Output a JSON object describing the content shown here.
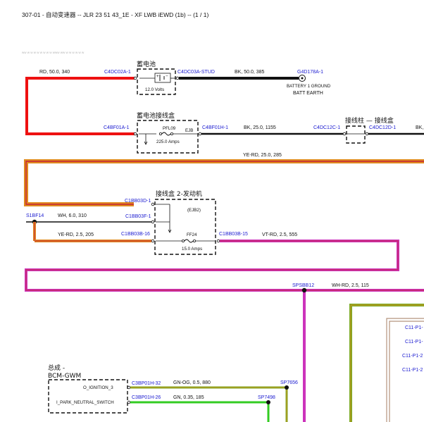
{
  "header": {
    "title": "307-01 - 自动变速器 -- JLR 23 51 43_1E - XF LWB iEWD (1b) -- (1 / 1)",
    "faint_caption": "ww w w w w w w w w www ww w w w w w w"
  },
  "battery": {
    "title": "蓄电池",
    "volts": "12.0 Volts",
    "pin_left": "C4DC02A-1",
    "pin_right": "C4DC03A-STUD",
    "wire_red": "RD, 50.0, 340",
    "wire_black": "BK, 50.0, 385",
    "ground_pin": "G4D178A-1",
    "ground_line1": "BATTERY 1 GROUND",
    "ground_line2": "BATT EARTH"
  },
  "junction_box": {
    "title": "蓄电池接线盒",
    "fuse_name": "PFL09",
    "box_name": "EJB",
    "fuse_rating": "225.0 Amps",
    "pin_left": "C4BF01A-1",
    "pin_right": "C4BF01H-1",
    "wire": "BK, 25.0, 1155",
    "pin_far": "C4DC12C-1"
  },
  "terminal_post": {
    "title": "接线柱 — 接线盒",
    "pin": "C4DC12D-1",
    "wire_cut": "BK,"
  },
  "wire_ye_rd_25": "YE-RD, 25.0, 285",
  "engine_box": {
    "title": "接线盒 2-发动机",
    "sub": "(EJB2)",
    "pin_d": "C1BB03D-1",
    "pin_f": "C1BB03F-1",
    "pin_b16": "C1BB03B-16",
    "pin_b15": "C1BB03B-15",
    "fuse_name": "FF24",
    "fuse_rating": "15.0 Amps"
  },
  "splice_s1bf14": "S1BF14",
  "wire_wh": "WH, 6.0, 310",
  "wire_ye_rd_25b": "YE-RD, 2.5, 205",
  "wire_vt_rd": "VT-RD, 2.5, 555",
  "splice_spsbb12": "SPSBB12",
  "wire_wh_rd": "WH-RD, 2.5, 115",
  "right_connectors": [
    "C11-P1-",
    "C11-P1-",
    "C11-P1-2",
    "C11-P1-2"
  ],
  "bcm": {
    "title_line1": "总成 -",
    "title_line2": "BCM-GWM",
    "signal1": "O_IGNITION_3",
    "signal2": "I_PARK_NEUTRAL_SWITCH",
    "pin1": "C3BP01H-32",
    "pin2": "C3BP01H-26",
    "wire1": "GN-OG, 0.5, 880",
    "wire2": "GN, 0.35, 185",
    "splice1": "SP7656",
    "splice2": "SP7498"
  },
  "colors": {
    "red_wire": "#ee1111",
    "black_wire": "#111111",
    "ye_rd_wire": "#e08a1e",
    "violet_wire": "#cc33bb",
    "green_wire": "#77aa22",
    "green_bright": "#33cc22",
    "label_blue": "#1a1ad0"
  }
}
